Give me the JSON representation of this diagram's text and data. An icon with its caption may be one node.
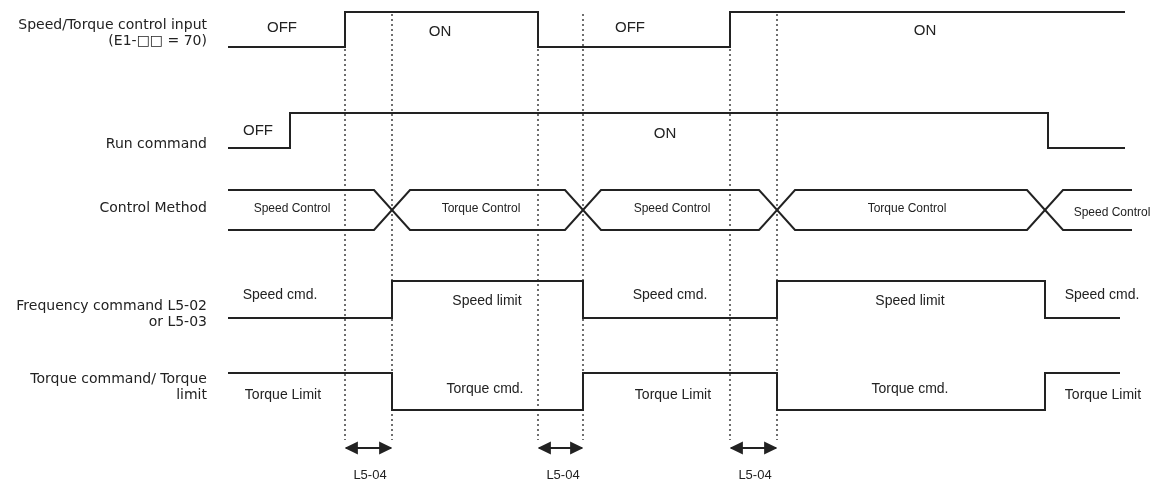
{
  "diagram": {
    "labels": [
      "Speed/Torque control input (E1-□□ = 70)",
      "OFF",
      "ON",
      "OFF",
      "ON",
      "OFF",
      "Run command",
      "ON",
      "Control Method",
      "Speed Control",
      "Torque Control",
      "Speed Control",
      "Torque Control",
      "Speed Control",
      "Frequency command L5-02 or L5-03",
      "Speed cmd.",
      "Speed limit",
      "Speed cmd.",
      "Speed limit",
      "Speed cmd.",
      "Torque command/ Torque limit",
      "Torque Limit",
      "Torque cmd.",
      "Torque Limit",
      "Torque cmd.",
      "Torque Limit",
      "L5-04",
      "L5-04",
      "L5-04"
    ]
  }
}
